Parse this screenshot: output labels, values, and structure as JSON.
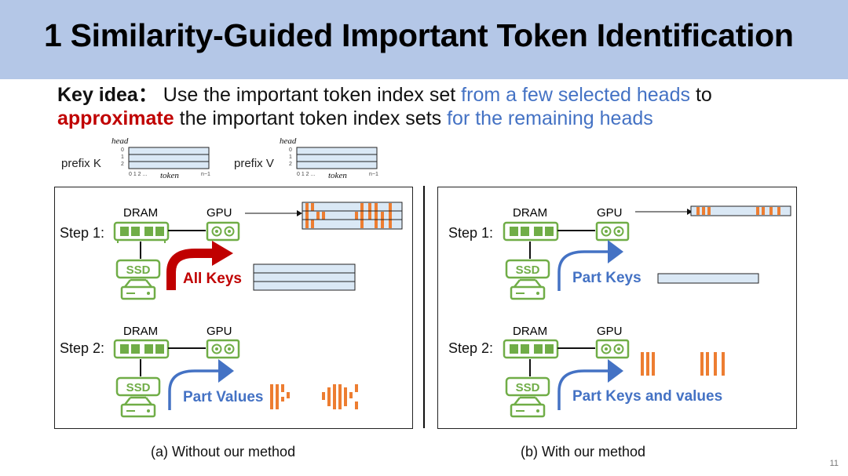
{
  "title": "1 Similarity-Guided Important Token Identification",
  "key_idea": {
    "label": "Key idea：",
    "line1_text": " Use the important token index set ",
    "line1_blue": "from a few selected heads",
    "line1_end": " to",
    "line2_red": "approximate",
    "line2_text": " the important token index sets ",
    "line2_blue": "for the remaining heads"
  },
  "matrix_legend": {
    "prefix_k": "prefix K",
    "prefix_v": "prefix V",
    "head_label": "head",
    "token_label": "token",
    "head_ticks": [
      "0",
      "1",
      "2"
    ],
    "token_ticks_start": "0 1 2  ...",
    "token_tick_end": "n−1"
  },
  "panel_a": {
    "caption": "(a) Without our method",
    "step1_label": "Step 1:",
    "step2_label": "Step 2:",
    "dram": "DRAM",
    "gpu": "GPU",
    "ssd": "SSD",
    "step1_arrow_text": "All Keys",
    "step2_arrow_text": "Part Values"
  },
  "panel_b": {
    "caption": "(b)  With our method",
    "step1_label": "Step 1:",
    "step2_label": "Step 2:",
    "dram": "DRAM",
    "gpu": "GPU",
    "ssd": "SSD",
    "step1_arrow_text": "Part Keys",
    "step2_arrow_text": "Part Keys and values"
  },
  "colors": {
    "banner": "#b4c7e7",
    "blue_text": "#4472c4",
    "red_text": "#c00000",
    "dram_green": "#70ad47",
    "token_orange": "#ed7d31",
    "matrix_fill": "#dae8f5"
  },
  "page_number": "11"
}
